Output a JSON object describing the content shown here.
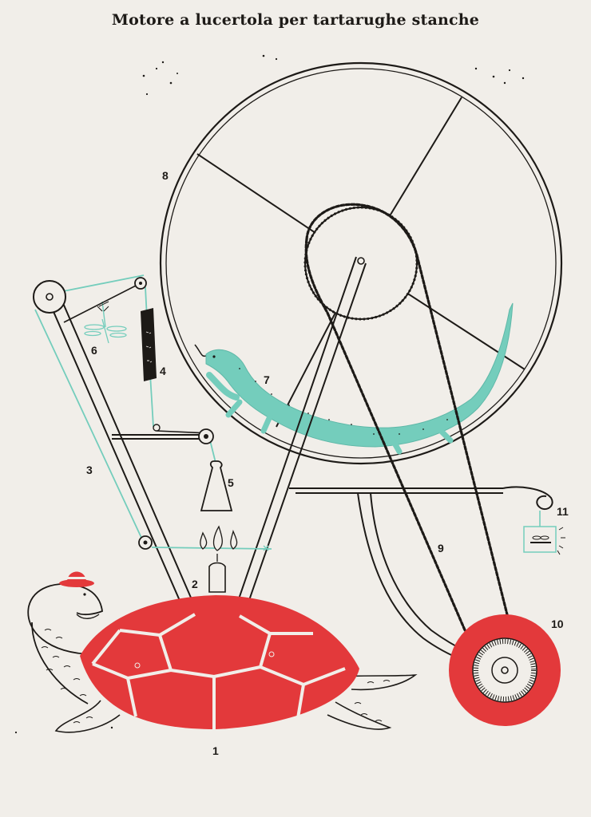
{
  "title": "Motore a lucertola per tartarughe stanche",
  "labels": {
    "tortoise": "1",
    "candle": "2",
    "string": "3",
    "sign": "4",
    "weight": "5",
    "dragonfly": "6",
    "lizard": "7",
    "wheel": "8",
    "chain": "9",
    "drive_wheel": "10",
    "insect_box": "11"
  },
  "colors": {
    "ink": "#1d1a17",
    "paper": "#f1eee9",
    "shell_red": "#e3393b",
    "lizard_teal": "#74cdbc"
  },
  "icons": {
    "tortoise": "tortoise-icon",
    "hat": "hat-icon",
    "lizard": "lizard-icon",
    "dragonfly": "dragonfly-icon",
    "candle": "candle-icon",
    "weight": "weight-icon",
    "sign": "sign-icon",
    "insect_box": "insect-box-icon"
  }
}
